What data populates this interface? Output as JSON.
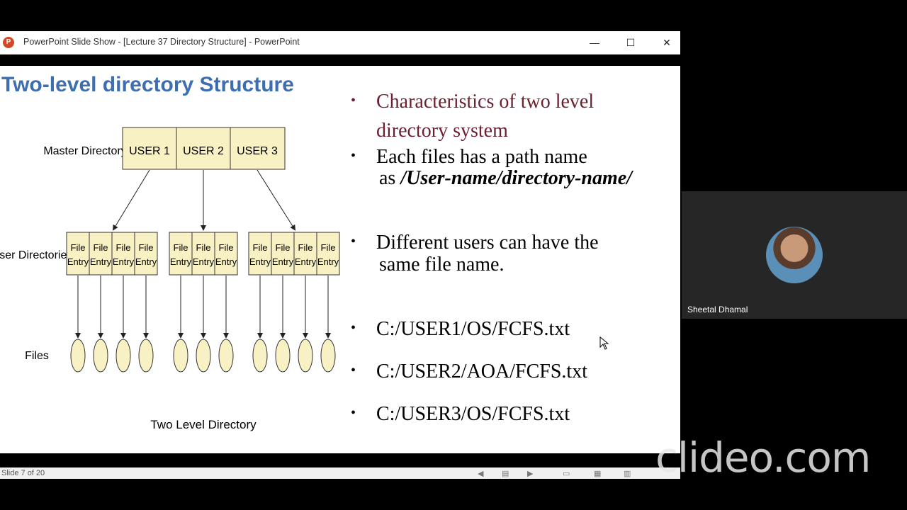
{
  "window": {
    "app_icon": "P",
    "title": "PowerPoint Slide Show - [Lecture 37 Directory Structure] - PowerPoint",
    "minimize": "—",
    "maximize": "☐",
    "close": "✕"
  },
  "slide": {
    "title": "Two-level directory Structure",
    "diagram": {
      "master_label": "Master Directory",
      "users": [
        "USER 1",
        "USER 2",
        "USER 3"
      ],
      "user_dirs_label": "User Directories",
      "file_entry_l1": "File",
      "file_entry_l2": "Entry",
      "files_label": "Files",
      "caption": "Two Level Directory"
    },
    "bullets": [
      {
        "text": "Characteristics of two level",
        "color": "#6b1f2e"
      },
      {
        "text": "directory system",
        "color": "#6b1f2e"
      },
      {
        "text": "Each files has a path name",
        "color": "#000000"
      },
      {
        "text_prefix": "as ",
        "text_em": "/User-name/directory-name/",
        "color": "#000000"
      },
      {
        "text": "Different users can have the",
        "color": "#000000"
      },
      {
        "text": "same file name.",
        "color": "#000000"
      },
      {
        "text": "C:/USER1/OS/FCFS.txt",
        "color": "#000000"
      },
      {
        "text": "C:/USER2/AOA/FCFS.txt",
        "color": "#000000"
      },
      {
        "text": "C:/USER3/OS/FCFS.txt",
        "color": "#000000"
      }
    ],
    "bullet_char": "•"
  },
  "status": {
    "slide_counter": "Slide 7 of 20"
  },
  "video": {
    "participant_name": "Sheetal Dhamal"
  },
  "watermark": "clideo.com"
}
